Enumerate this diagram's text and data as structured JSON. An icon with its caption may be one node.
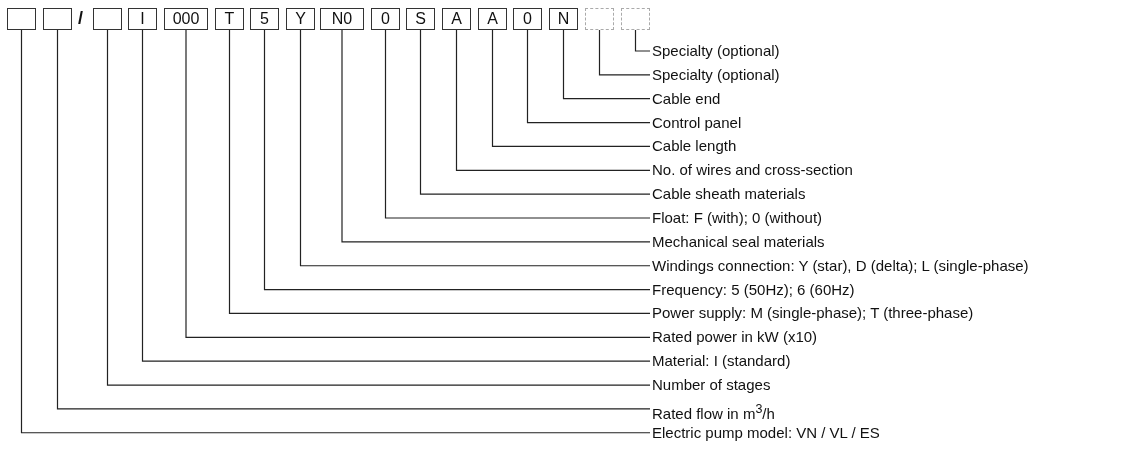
{
  "diagram": {
    "nodes": [
      {
        "text": [],
        "shape": "box"
      },
      {
        "text": [],
        "shape": "box"
      },
      {
        "text": [],
        "shape": "box"
      },
      {
        "text": [
          "I"
        ]
      },
      {
        "text": [
          "000"
        ]
      },
      {
        "text": [
          "T"
        ]
      },
      {
        "text": [
          "5"
        ]
      },
      {
        "text": [
          "Y"
        ]
      },
      {
        "text": [
          "N0"
        ]
      },
      {
        "text": [
          "0"
        ]
      },
      {
        "text": [
          "S"
        ]
      },
      {
        "text": [
          "A"
        ]
      },
      {
        "text": [
          "A"
        ]
      },
      {
        "text": [
          "0"
        ]
      },
      {
        "text": [
          "N"
        ]
      },
      {
        "text": [],
        "shape": "box"
      },
      {
        "text": [],
        "shape": "box"
      },
      {
        "text": [
          "Specialty (optional)"
        ]
      },
      {
        "text": [
          "Specialty (optional)"
        ]
      },
      {
        "text": [
          "Cable end"
        ]
      },
      {
        "text": [
          "Control panel"
        ]
      },
      {
        "text": [
          "Cable length"
        ]
      },
      {
        "text": [
          "No. of wires and cross-section"
        ]
      },
      {
        "text": [
          "Cable sheath materials"
        ]
      },
      {
        "text": [
          "Float: F (with); 0 (without)"
        ]
      },
      {
        "text": [
          "Mechanical seal materials"
        ]
      },
      {
        "text": [
          "Windings connection: Y (star), D (delta); L (single-phase)"
        ]
      },
      {
        "text": [
          "Frequency: 5 (50Hz); 6 (60Hz)"
        ]
      },
      {
        "text": [
          "Power supply: M (single-phase); T (three-phase)"
        ]
      },
      {
        "text": [
          "Rated power in kW (x10)"
        ]
      },
      {
        "text": [
          "Material: I (standard)"
        ]
      },
      {
        "text": [
          "Number of stages"
        ]
      },
      {
        "text": [
          "Rated flow in m$^{3}$/h"
        ]
      },
      {
        "text": [
          "Electric pump model: VN / VL / ES"
        ]
      }
    ],
    "edges": [
      {
        "from": 17,
        "to": 16,
        "arrow": "none"
      },
      {
        "from": 18,
        "to": 15,
        "arrow": "none"
      },
      {
        "from": 19,
        "to": 14,
        "arrow": "none"
      },
      {
        "from": 20,
        "to": 13,
        "arrow": "none"
      },
      {
        "from": 21,
        "to": 12,
        "arrow": "none"
      },
      {
        "from": 22,
        "to": 11,
        "arrow": "none"
      },
      {
        "from": 23,
        "to": 10,
        "arrow": "none"
      },
      {
        "from": 24,
        "to": 9,
        "arrow": "none"
      },
      {
        "from": 25,
        "to": 8,
        "arrow": "none"
      },
      {
        "from": 26,
        "to": 7,
        "arrow": "none"
      },
      {
        "from": 27,
        "to": 6,
        "arrow": "none"
      },
      {
        "from": 28,
        "to": 5,
        "arrow": "none"
      },
      {
        "from": 29,
        "to": 4,
        "arrow": "none"
      },
      {
        "from": 30,
        "to": 3,
        "arrow": "none"
      },
      {
        "from": 31,
        "to": 2,
        "arrow": "none"
      },
      {
        "from": 32,
        "to": 1,
        "arrow": "none"
      },
      {
        "from": 33,
        "to": 0,
        "arrow": "none"
      }
    ],
    "labels": [
      "/"
    ]
  }
}
